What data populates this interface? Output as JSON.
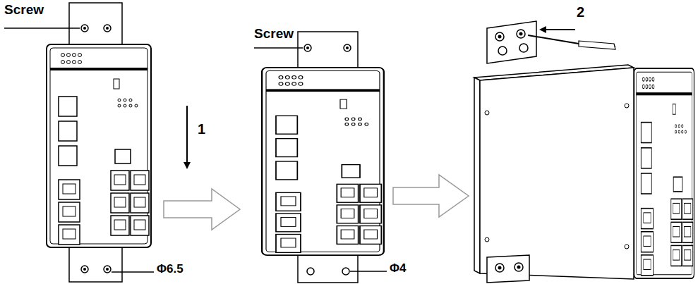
{
  "diagram": {
    "labels": [
      "Screw",
      "1",
      "Φ6.5",
      "Screw",
      "Φ4",
      "2"
    ]
  }
}
